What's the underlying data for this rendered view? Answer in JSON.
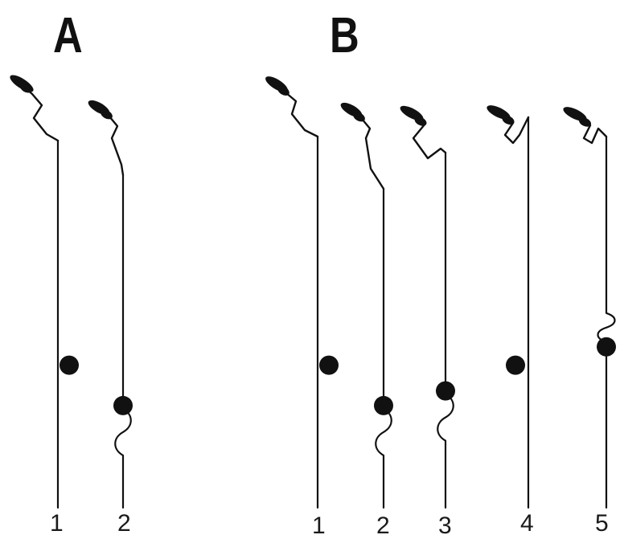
{
  "panels": [
    {
      "label": "A",
      "strands": [
        {
          "number": "1",
          "bead_side": "right",
          "bead_height": 0.59,
          "wavy_below_bead": false,
          "wavy_above_bead": false
        },
        {
          "number": "2",
          "bead_side": "center",
          "bead_height": 0.7,
          "wavy_below_bead": true,
          "wavy_above_bead": false
        }
      ]
    },
    {
      "label": "B",
      "strands": [
        {
          "number": "1",
          "bead_side": "right",
          "bead_height": 0.59,
          "wavy_below_bead": false,
          "wavy_above_bead": false
        },
        {
          "number": "2",
          "bead_side": "center",
          "bead_height": 0.7,
          "wavy_below_bead": true,
          "wavy_above_bead": false
        },
        {
          "number": "3",
          "bead_side": "center",
          "bead_height": 0.66,
          "wavy_below_bead": true,
          "wavy_above_bead": false
        },
        {
          "number": "4",
          "bead_side": "left",
          "bead_height": 0.59,
          "wavy_below_bead": false,
          "wavy_above_bead": false
        },
        {
          "number": "5",
          "bead_side": "center",
          "bead_height": 0.54,
          "wavy_below_bead": false,
          "wavy_above_bead": true
        }
      ]
    }
  ],
  "colors": {
    "ink": "#111111",
    "background": "#ffffff"
  }
}
